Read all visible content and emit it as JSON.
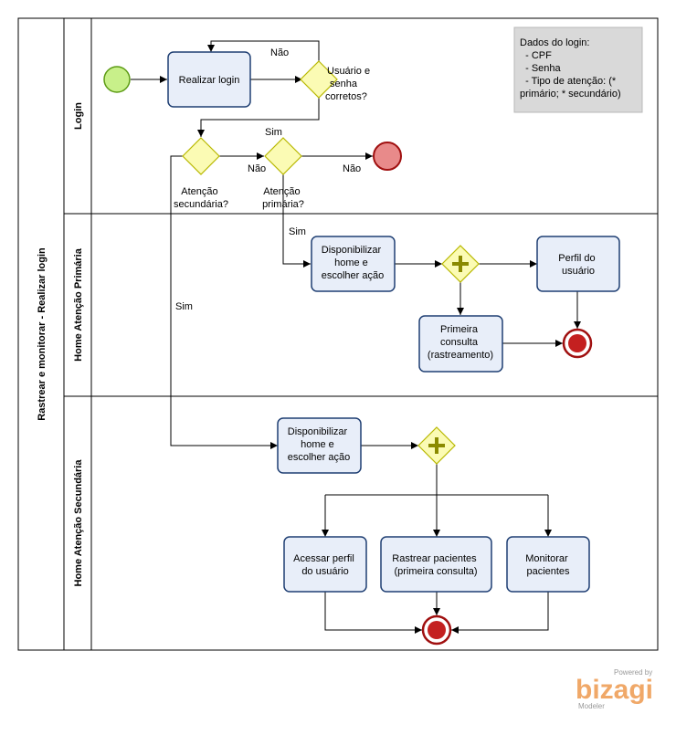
{
  "pool": {
    "title": "Rastrear e monitorar - Realizar login"
  },
  "lanes": [
    {
      "id": "login",
      "label": "Login"
    },
    {
      "id": "primaria",
      "label": "Home Atenção Primária"
    },
    {
      "id": "secundaria",
      "label": "Home Atenção Secundária"
    }
  ],
  "tasks": {
    "realizar_login": [
      "Realizar login"
    ],
    "disp_home_primaria": [
      "Disponibilizar",
      "home e",
      "escolher ação"
    ],
    "perfil_usuario": [
      "Perfil do",
      "usuário"
    ],
    "primeira_consulta": [
      "Primeira",
      "consulta",
      "(rastreamento)"
    ],
    "disp_home_secundaria": [
      "Disponibilizar",
      "home e",
      "escolher ação"
    ],
    "acessar_perfil": [
      "Acessar perfil",
      "do usuário"
    ],
    "rastrear_pacientes": [
      "Rastrear pacientes",
      "(primeira consulta)"
    ],
    "monitorar_pacientes": [
      "Monitorar",
      "pacientes"
    ]
  },
  "gateways": {
    "usuario_senha": [
      "Usuário e",
      "senha",
      "corretos?"
    ],
    "atencao_secundaria": [
      "Atenção",
      "secundária?"
    ],
    "atencao_primaria": [
      "Atenção",
      "primária?"
    ]
  },
  "flow_labels": {
    "nao_login": "Não",
    "sim_login": "Sim",
    "nao_secundaria": "Não",
    "nao_primaria": "Não",
    "sim_primaria": "Sim",
    "sim_secundaria": "Sim"
  },
  "note": [
    "Dados do login:",
    "  - CPF",
    "  - Senha",
    "  - Tipo de atenção: (*",
    "primário; * secundário)"
  ],
  "logo": {
    "powered": "Powered by",
    "brand": "bizagi",
    "product": "Modeler"
  },
  "colors": {
    "task_fill": "#e8eef9",
    "task_stroke": "#1f3f73",
    "gateway_fill": "#fbfbb4",
    "gateway_stroke": "#b8b800",
    "start_fill": "#c8f08a",
    "start_stroke": "#5c9b14",
    "end_fill": "#e88a8a",
    "end_stroke": "#a01010",
    "note_fill": "#d9d9d9"
  }
}
